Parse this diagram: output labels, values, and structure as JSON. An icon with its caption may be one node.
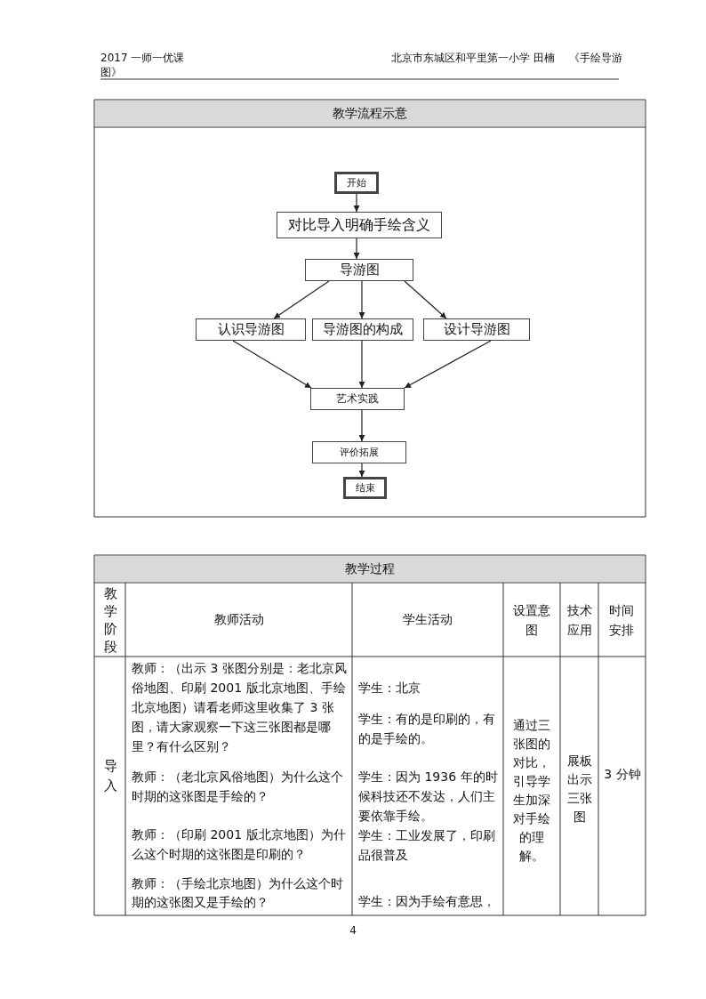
{
  "diagram": {
    "nodes": [
      {
        "text": [
          "开始"
        ]
      },
      {
        "text": [
          "对比导入明确手绘含义"
        ]
      },
      {
        "text": [
          "导游图"
        ]
      },
      {
        "text": [
          "认识导游图"
        ]
      },
      {
        "text": [
          "导游图的构成"
        ]
      },
      {
        "text": [
          "设计导游图"
        ]
      },
      {
        "text": [
          "艺术实践"
        ]
      },
      {
        "text": [
          "评价拓展"
        ]
      },
      {
        "text": [
          "结束"
        ]
      }
    ],
    "edges": [
      {
        "from": 0,
        "to": 1,
        "arrow": "to"
      },
      {
        "from": 1,
        "to": 2,
        "arrow": "to"
      },
      {
        "from": 2,
        "to": 3,
        "arrow": "to"
      },
      {
        "from": 2,
        "to": 4,
        "arrow": "to"
      },
      {
        "from": 2,
        "to": 5,
        "arrow": "to"
      },
      {
        "from": 3,
        "to": 6,
        "arrow": "to"
      },
      {
        "from": 4,
        "to": 6,
        "arrow": "to"
      },
      {
        "from": 5,
        "to": 6,
        "arrow": "to"
      },
      {
        "from": 6,
        "to": 7,
        "arrow": "to"
      },
      {
        "from": 7,
        "to": 8,
        "arrow": "to"
      }
    ],
    "labels": [
      "2017 一师一优课",
      "北京市东城区和平里第一小学  田楠",
      "《手绘导游",
      "图》",
      "教学流程示意",
      "教学过程",
      "教学阶段",
      "教师活动",
      "学生活动",
      "设置意图",
      "技术应用",
      "时间安排",
      "导入",
      "教师：（出示 3 张图分别是：老北京风俗地图、印刷 2001 版北京地图、手绘北京地图）请看老师这里收集了 3 张图，请大家观察一下这三张图都是哪里？有什么区别？",
      "教师：（老北京风俗地图）为什么这个时期的这张图是手绘的？",
      "教师：（印刷 2001 版北京地图）为什么这个时期的这张图是印刷的？",
      "教师：（手绘北京地图）为什么这个时期的这张图又是手绘的？",
      "学生：北京",
      "学生：有的是印刷的，有的是手绘的。",
      "学生：因为 1936 年的时候科技还不发达，人们主要依靠手绘。",
      "学生：工业发展了，印刷品很普及",
      "学生：因为手绘有意思，",
      "通过三张图的对比，引导学生加深对手绘的理解。",
      "展板出示三张图",
      "3 分钟",
      "4"
    ]
  }
}
